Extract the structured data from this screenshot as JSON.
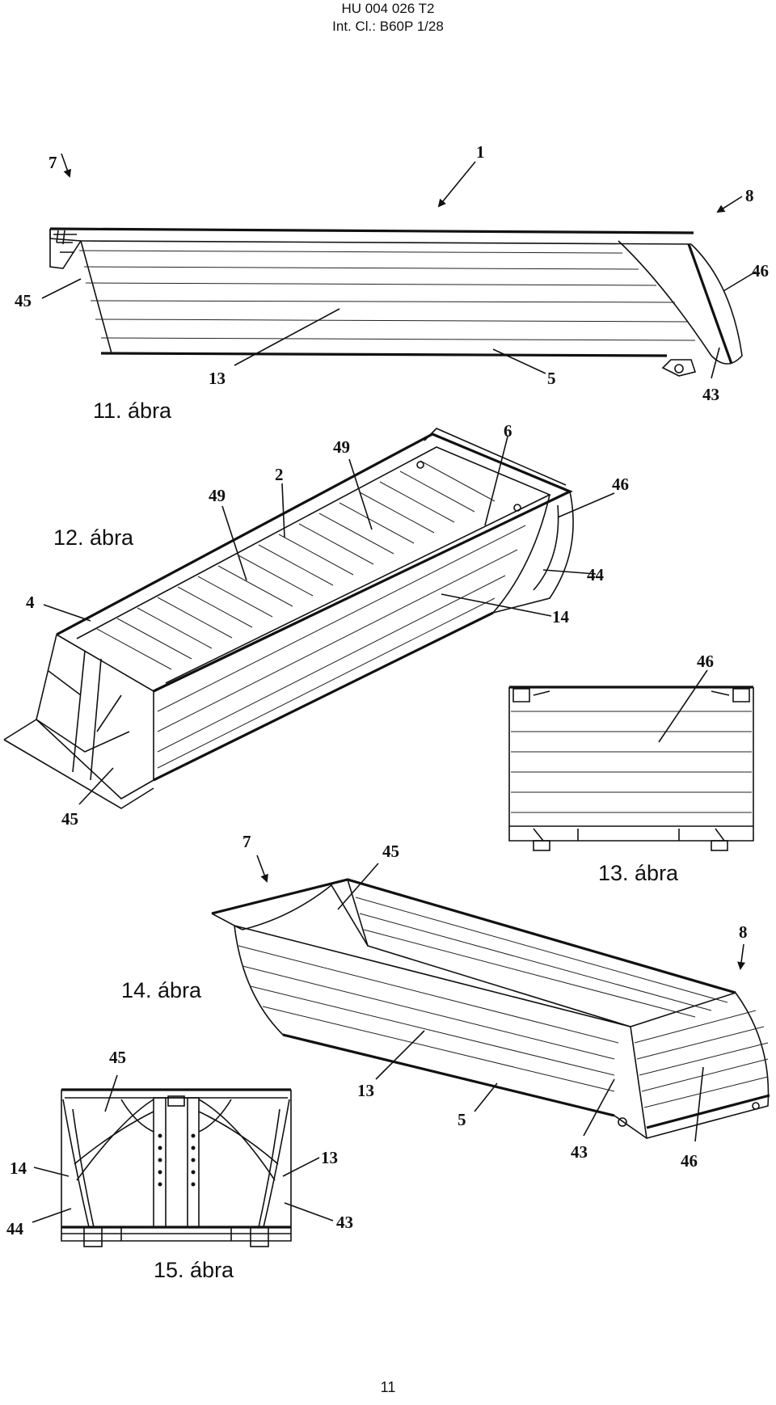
{
  "header": {
    "doc_number": "HU 004 026 T2",
    "classification": "Int. Cl.: B60P 1/28"
  },
  "figures": {
    "fig11": {
      "caption": "11. ábra",
      "refs": {
        "r7": "7",
        "r1": "1",
        "r8": "8",
        "r45": "45",
        "r46": "46",
        "r13": "13",
        "r5": "5",
        "r43": "43"
      }
    },
    "fig12": {
      "caption": "12. ábra",
      "refs": {
        "r6": "6",
        "r49a": "49",
        "r2": "2",
        "r49b": "49",
        "r46": "46",
        "r44": "44",
        "r4": "4",
        "r14": "14",
        "r45": "45"
      }
    },
    "fig13": {
      "caption": "13. ábra",
      "refs": {
        "r46": "46"
      }
    },
    "fig14": {
      "caption": "14. ábra",
      "refs": {
        "r7": "7",
        "r45": "45",
        "r8": "8",
        "r13": "13",
        "r5": "5",
        "r43": "43",
        "r46": "46"
      }
    },
    "fig15": {
      "caption": "15. ábra",
      "refs": {
        "r45": "45",
        "r14": "14",
        "r13": "13",
        "r44": "44",
        "r43": "43"
      }
    }
  },
  "page_number": "11"
}
